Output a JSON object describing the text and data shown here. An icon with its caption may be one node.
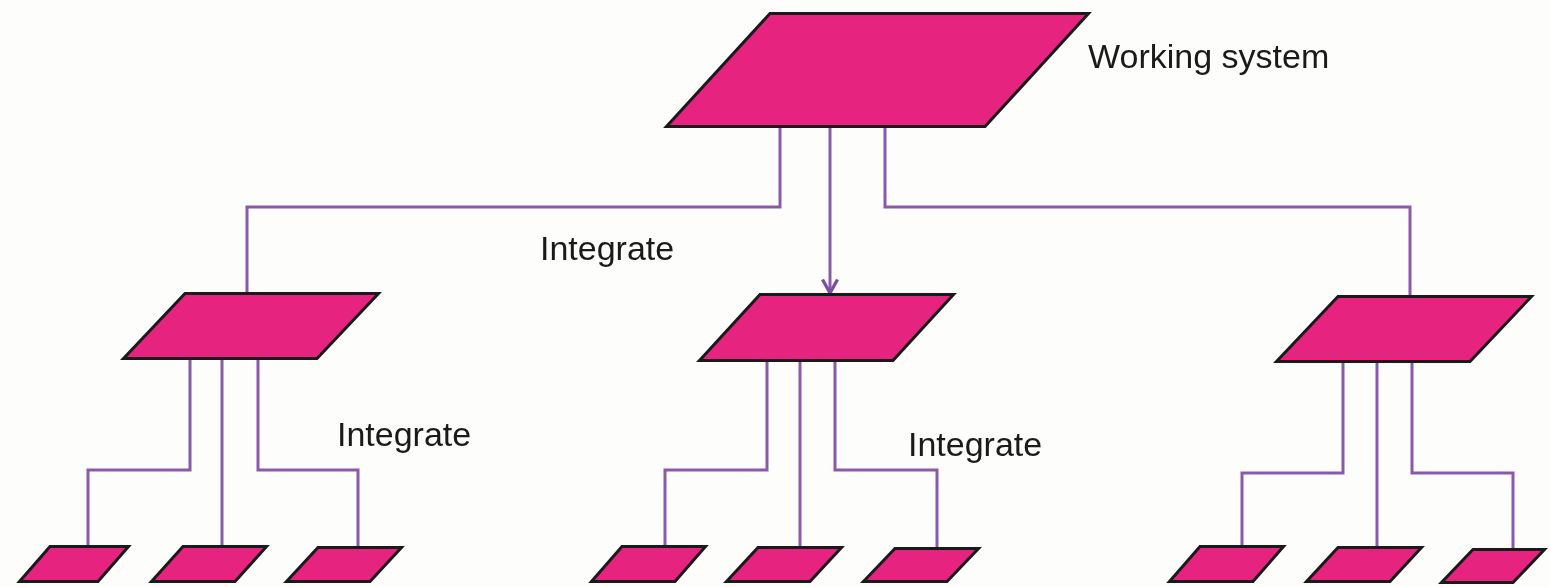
{
  "diagram": {
    "nodes": [
      {
        "text": [],
        "shape": "parallelogram",
        "beside": [
          "Working system"
        ]
      },
      {
        "text": [],
        "shape": "parallelogram"
      },
      {
        "text": [],
        "shape": "parallelogram"
      },
      {
        "text": [],
        "shape": "parallelogram"
      },
      {
        "text": [],
        "shape": "parallelogram"
      },
      {
        "text": [],
        "shape": "parallelogram"
      },
      {
        "text": [],
        "shape": "parallelogram"
      },
      {
        "text": [],
        "shape": "parallelogram"
      },
      {
        "text": [],
        "shape": "parallelogram"
      },
      {
        "text": [],
        "shape": "parallelogram"
      },
      {
        "text": [],
        "shape": "parallelogram"
      },
      {
        "text": [],
        "shape": "parallelogram"
      },
      {
        "text": [],
        "shape": "parallelogram"
      }
    ],
    "edges": [
      {
        "from": 0,
        "to": 1,
        "arrow": "none"
      },
      {
        "from": 0,
        "to": 2,
        "arrow": "to"
      },
      {
        "from": 0,
        "to": 3,
        "arrow": "none"
      },
      {
        "from": 1,
        "to": 4,
        "arrow": "none"
      },
      {
        "from": 1,
        "to": 5,
        "arrow": "none"
      },
      {
        "from": 1,
        "to": 6,
        "arrow": "none"
      },
      {
        "from": 2,
        "to": 7,
        "arrow": "none"
      },
      {
        "from": 2,
        "to": 8,
        "arrow": "none"
      },
      {
        "from": 2,
        "to": 9,
        "arrow": "none"
      },
      {
        "from": 3,
        "to": 10,
        "arrow": "none"
      },
      {
        "from": 3,
        "to": 11,
        "arrow": "none"
      },
      {
        "from": 3,
        "to": 12,
        "arrow": "none"
      }
    ],
    "labels": [
      "Integrate",
      "Integrate",
      "Integrate"
    ]
  }
}
